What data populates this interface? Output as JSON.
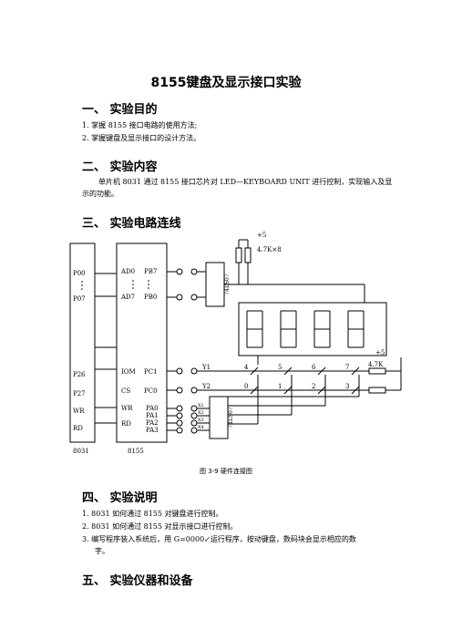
{
  "doc": {
    "title": "8155键盘及显示接口实验",
    "sections": [
      {
        "heading": "一、 实验目的",
        "items": [
          "1.  掌握 8155 接口电路的使用方法;",
          "2.  掌握键盘及显示接口的设计方法。"
        ]
      },
      {
        "heading": "二、 实验内容",
        "paragraph": "单片机 8031 通过 8155 接口芯片对 LED—KEYBOARD UNIT 进行控制，实现输入及显示的功能。"
      },
      {
        "heading": "三、 实验电路连线"
      },
      {
        "heading": "四、 实验说明",
        "items": [
          "1.  8031 如何通过 8155 对键盘进行控制。",
          "2.  8031 如何通过 8155 对显示接口进行控制。",
          "3.  编写程序装入系统后，用  G=0000↙运行程序，按动键盘，数码块会显示相应的数",
          "字。"
        ]
      },
      {
        "heading": "五、 实验仪器和设备"
      }
    ]
  },
  "diagram": {
    "caption": "图 3-9  硬件连接图",
    "chip_8031": {
      "label": "8031",
      "pins": [
        "P00",
        "P07",
        "P26",
        "P27",
        "WR",
        "RD"
      ],
      "dots": "⋮"
    },
    "chip_8155": {
      "label": "8155",
      "left_pins": [
        "AD0",
        "AD7",
        "IOM",
        "CS",
        "WR",
        "RD"
      ],
      "right_pins": [
        "PB7",
        "PB0",
        "PC1",
        "PC0",
        "PA0",
        "PA1",
        "PA2",
        "PA3"
      ],
      "dots": "⋮"
    },
    "buffer_top": "74LS07",
    "buffer_bottom": "74LS07",
    "power_label": "+5",
    "pullup_label": "4.7K×8",
    "right_power": "+5",
    "right_resistor": "4.7K",
    "row_labels": [
      "Y1",
      "Y2"
    ],
    "keys_row1": [
      "4",
      "5",
      "6",
      "7"
    ],
    "keys_row2": [
      "0",
      "1",
      "2",
      "3"
    ],
    "x_labels": [
      "X1",
      "X2",
      "X3",
      "X4"
    ]
  }
}
